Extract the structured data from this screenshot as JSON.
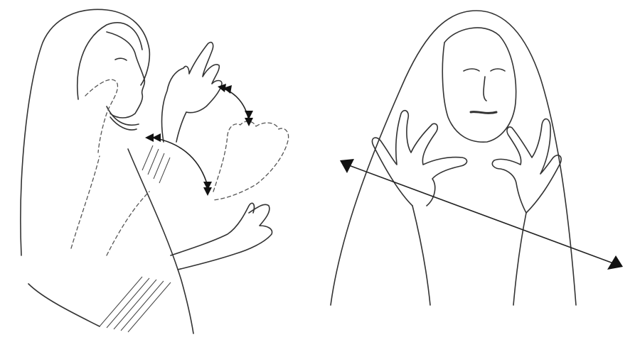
{
  "figure": {
    "panels": [
      {
        "id": "left",
        "subject": "hooded-figure-profile",
        "motion": "hand-rotation-arc"
      },
      {
        "id": "right",
        "subject": "hooded-figure-front",
        "motion": "diagonal-sweep"
      }
    ],
    "colors": {
      "ink": "#333333",
      "arrowhead": "#111111",
      "background": "#ffffff"
    },
    "icons": [
      "double-arrowhead-icon",
      "triangle-arrowhead-icon"
    ]
  }
}
